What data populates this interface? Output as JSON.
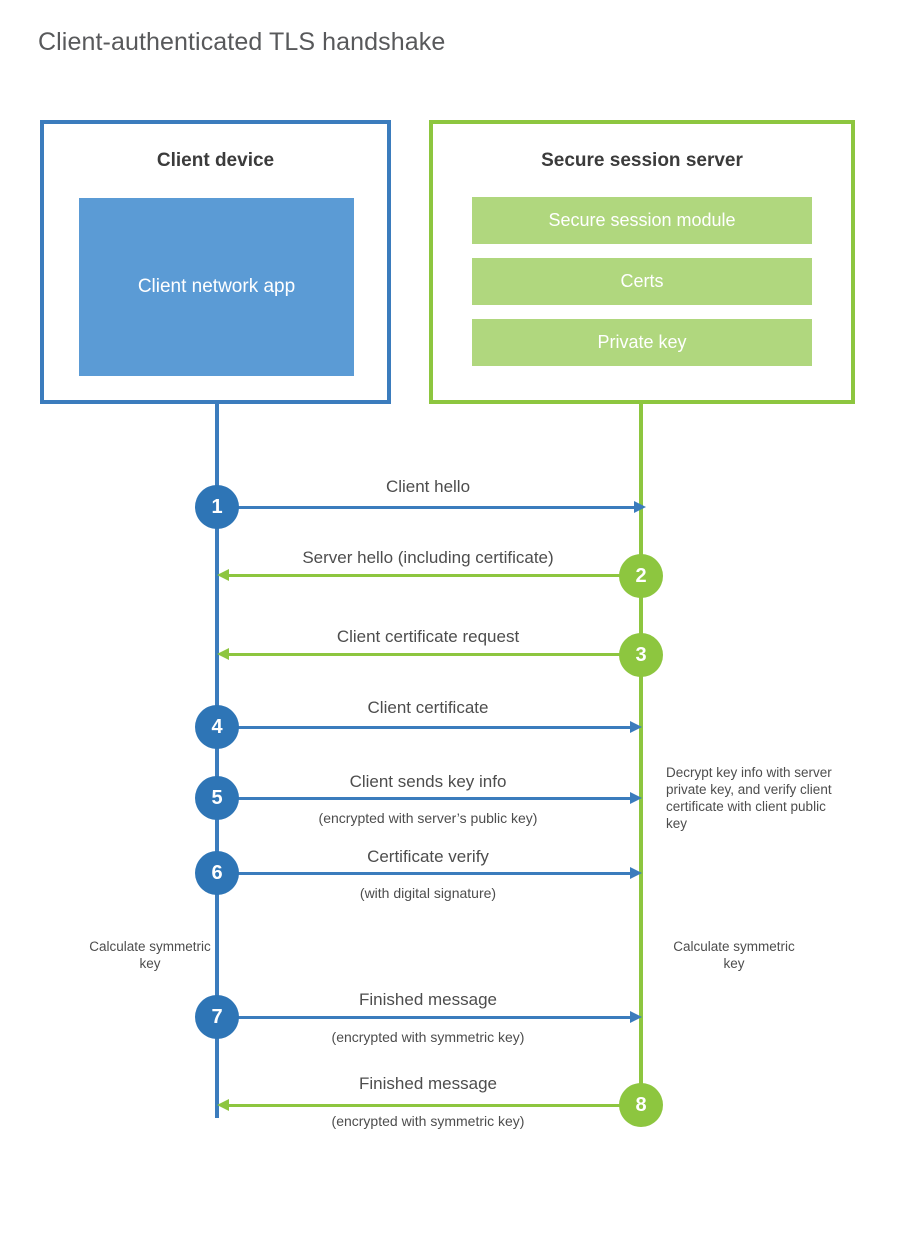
{
  "title": "Client-authenticated TLS handshake",
  "colors": {
    "client_blue": "#3b7cbd",
    "client_app_fill": "#5b9bd5",
    "server_green": "#8dc63f",
    "server_module_fill": "#b0d77e",
    "step_blue": "#2e75b6",
    "text": "#4d4d4d"
  },
  "client": {
    "title": "Client device",
    "app_label": "Client network app"
  },
  "server": {
    "title": "Secure session server",
    "modules": [
      {
        "label": "Secure session module"
      },
      {
        "label": "Certs"
      },
      {
        "label": "Private key"
      }
    ]
  },
  "steps": [
    {
      "number": "1",
      "label": "Client hello",
      "sublabel": "",
      "direction": "client-to-server",
      "color": "blue"
    },
    {
      "number": "2",
      "label": "Server hello (including certificate)",
      "sublabel": "",
      "direction": "server-to-client",
      "color": "green"
    },
    {
      "number": "3",
      "label": "Client certificate request",
      "sublabel": "",
      "direction": "server-to-client",
      "color": "green"
    },
    {
      "number": "4",
      "label": "Client certificate",
      "sublabel": "",
      "direction": "client-to-server",
      "color": "blue"
    },
    {
      "number": "5",
      "label": "Client sends key info",
      "sublabel": "(encrypted with server’s public key)",
      "direction": "client-to-server",
      "color": "blue"
    },
    {
      "number": "6",
      "label": "Certificate verify",
      "sublabel": "(with digital signature)",
      "direction": "client-to-server",
      "color": "blue"
    },
    {
      "number": "7",
      "label": "Finished message",
      "sublabel": "(encrypted with symmetric key)",
      "direction": "client-to-server",
      "color": "blue"
    },
    {
      "number": "8",
      "label": "Finished message",
      "sublabel": "(encrypted with symmetric key)",
      "direction": "server-to-client",
      "color": "green"
    }
  ],
  "notes": {
    "server_decrypt": "Decrypt key info with server private key, and verify client certificate with client public key",
    "client_calculate": "Calculate symmetric key",
    "server_calculate": "Calculate symmetric key"
  }
}
